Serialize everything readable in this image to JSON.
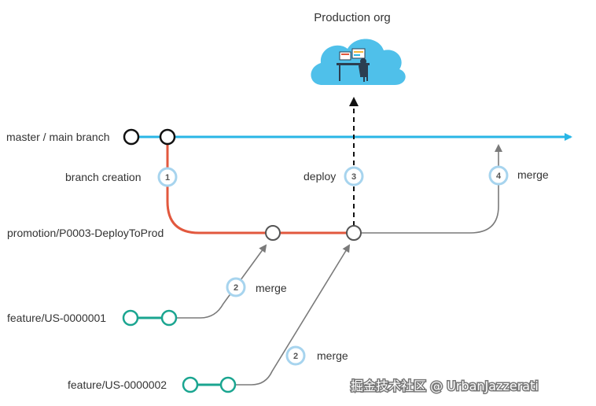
{
  "title": "Production org",
  "labels": {
    "master": "master / main branch",
    "branch_creation": "branch creation",
    "promotion": "promotion/P0003-DeployToProd",
    "feature1": "feature/US-0000001",
    "feature2": "feature/US-0000002",
    "deploy": "deploy",
    "merge_4": "merge",
    "merge_2a": "merge",
    "merge_2b": "merge"
  },
  "steps": {
    "branch_creation": "1",
    "merge_feature1": "2",
    "deploy": "3",
    "merge_master": "4",
    "merge_feature2": "2"
  },
  "watermark": "掘金技术社区 @ UrbanJazzerati",
  "colors": {
    "master_line": "#29b6e6",
    "promotion_line": "#e2583e",
    "feature_line": "#1aa590",
    "connector": "#7a7a7a",
    "step_ring": "#a7d4ee",
    "cloud": "#4fc0ea"
  },
  "icons": {
    "cloud": "cloud-icon",
    "deploy_arrow": "dashed-arrow-icon"
  }
}
